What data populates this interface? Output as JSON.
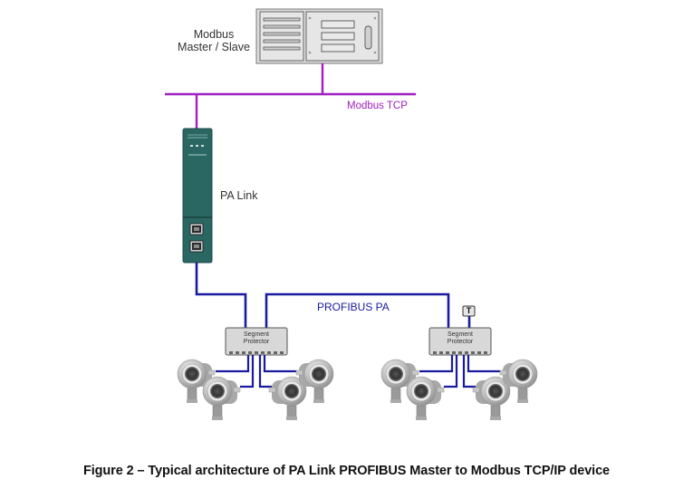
{
  "labels": {
    "master_slave": [
      "Modbus",
      "Master / Slave"
    ],
    "modbus_tcp": "Modbus TCP",
    "pa_link": "PA Link",
    "profibus_pa": "PROFIBUS PA",
    "segment_protector": [
      "Segment",
      "Protector"
    ],
    "terminator": "T"
  },
  "colors": {
    "modbus_tcp_line": "#a020c0",
    "profibus_line": "#1a1aa0",
    "pa_link_body": "#2a6763",
    "segment_box": "#d8d8d8",
    "server_box": "#dcdcdc"
  },
  "caption": "Figure 2 – Typical architecture of PA Link PROFIBUS Master to Modbus TCP/IP device"
}
